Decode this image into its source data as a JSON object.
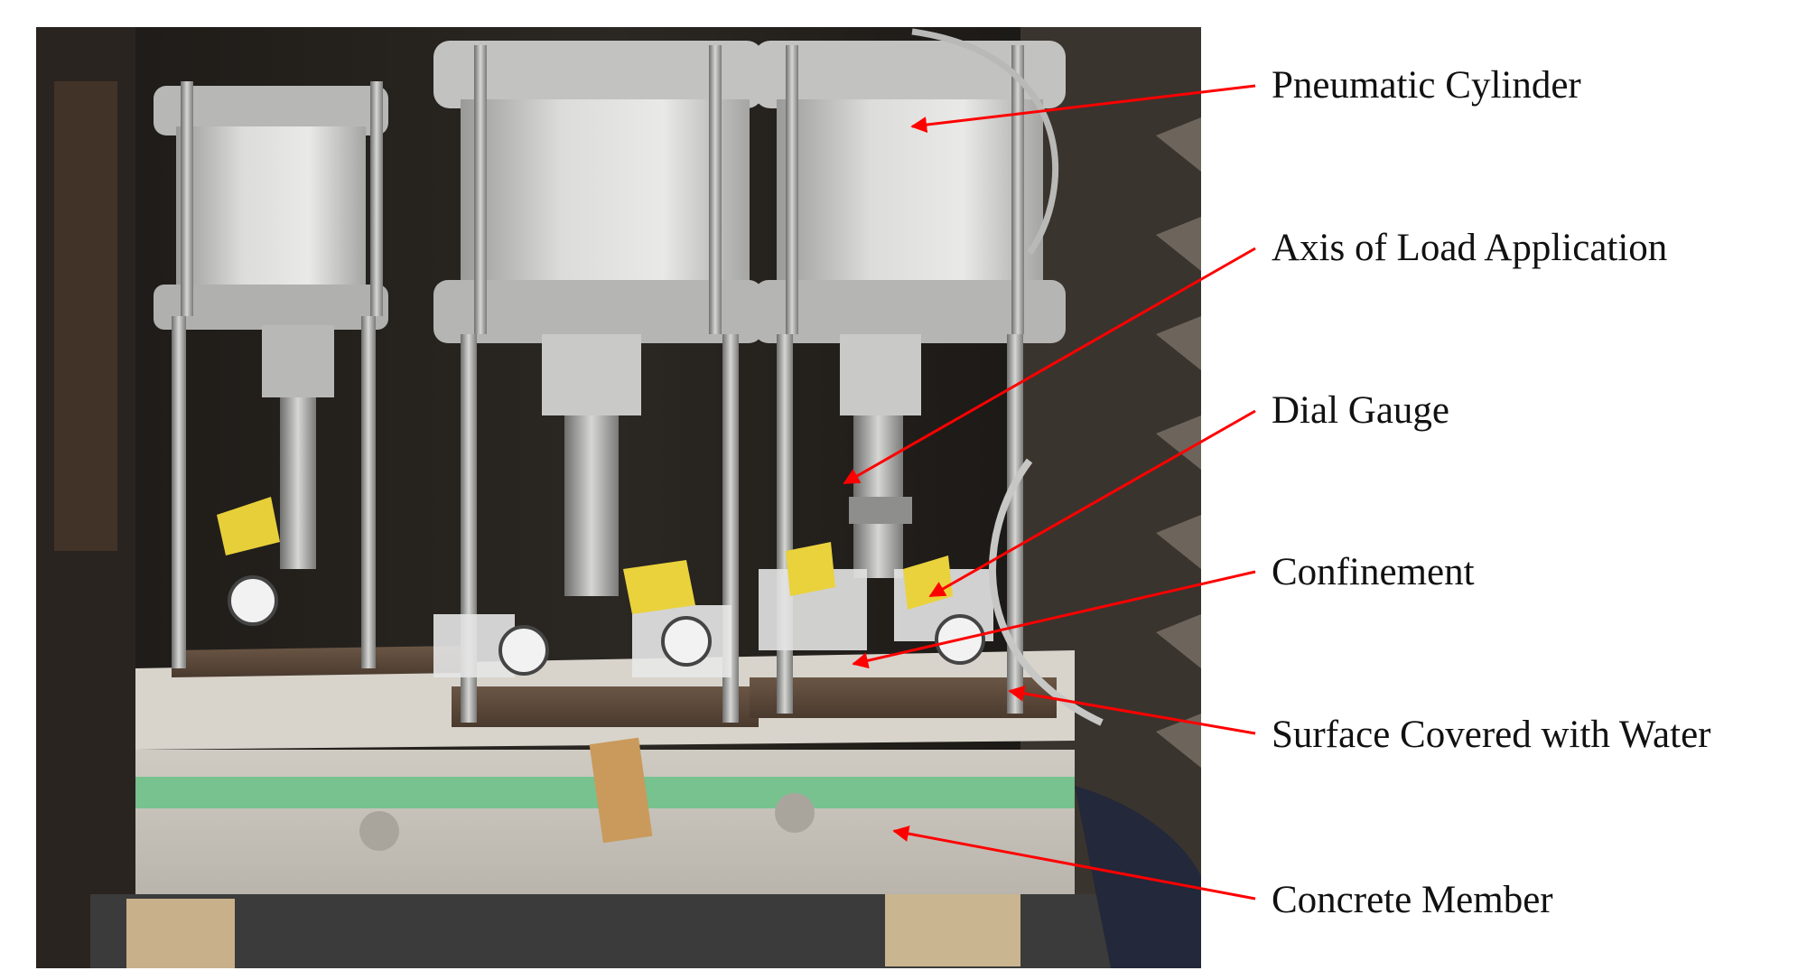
{
  "figure": {
    "labels": [
      "Pneumatic Cylinder",
      "Axis of Load Application",
      "Dial Gauge",
      "Confinement",
      "Surface Covered with Water",
      "Concrete Member"
    ],
    "arrow_color": "#ff0000"
  }
}
